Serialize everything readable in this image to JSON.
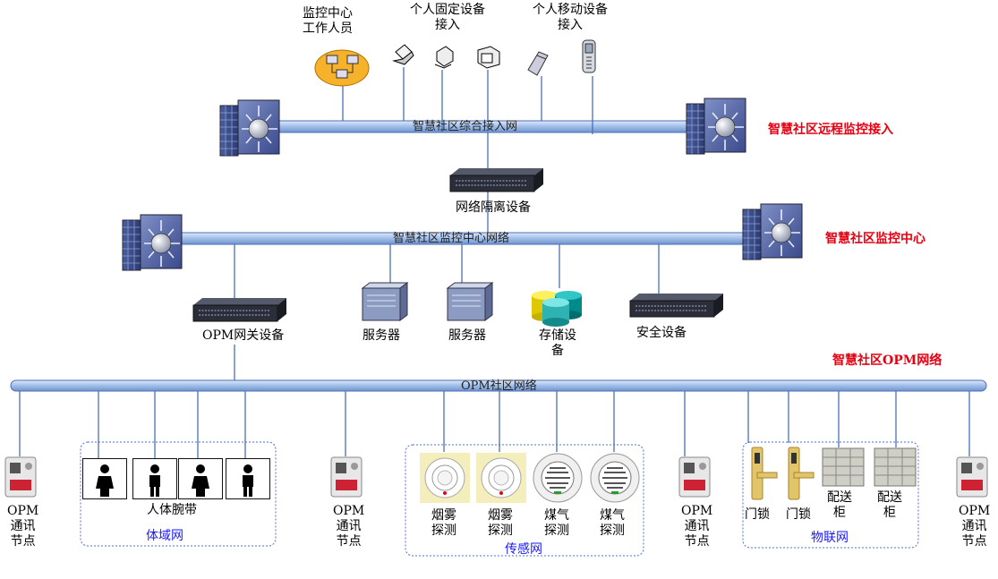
{
  "colors": {
    "bus_fill": "#a9c4ea",
    "bus_edge": "#4a6fb5",
    "red_label": "#e60012",
    "blue_label": "#1a1aff",
    "group_border": "#4a6fd5"
  },
  "top": {
    "monitor_staff": [
      "监控中心",
      "工作人员"
    ],
    "fixed_device": [
      "个人固定设备",
      "接入"
    ],
    "mobile_device": [
      "个人移动设备",
      "接入"
    ]
  },
  "bus1": {
    "label": "智慧社区综合接入网",
    "side_label": "智慧社区远程监控接入"
  },
  "isolation": {
    "label": "网络隔离设备"
  },
  "bus2": {
    "label": "智慧社区监控中心网络",
    "side_label": "智慧社区监控中心"
  },
  "center_devices": {
    "gateway": "OPM网关设备",
    "server1": "服务器",
    "server2": "服务器",
    "storage": [
      "存储设",
      "备"
    ],
    "security": "安全设备"
  },
  "bus3": {
    "label": "OPM社区网络",
    "side_label": "智慧社区OPM网络"
  },
  "opm_node": [
    "OPM",
    "通讯",
    "节点"
  ],
  "body_net": {
    "device_label": "人体腕带",
    "group_label": "体域网"
  },
  "sensor_net": {
    "items": [
      [
        "烟雾",
        "探测"
      ],
      [
        "烟雾",
        "探测"
      ],
      [
        "煤气",
        "探测"
      ],
      [
        "煤气",
        "探测"
      ]
    ],
    "group_label": "传感网"
  },
  "iot_net": {
    "items": [
      [
        "门锁"
      ],
      [
        "门锁"
      ],
      [
        "配送",
        "柜"
      ],
      [
        "配送",
        "柜"
      ]
    ],
    "group_label": "物联网"
  },
  "icons": [
    "firewall-icon",
    "router-icon",
    "laptop-icon",
    "desktop-icon",
    "monitor-icon",
    "flip-phone-icon",
    "mobile-phone-icon",
    "switch-icon",
    "server-icon",
    "storage-icon",
    "opm-node-icon",
    "person-icon",
    "smoke-detector-icon",
    "gas-detector-icon",
    "door-lock-icon",
    "delivery-cabinet-icon"
  ]
}
